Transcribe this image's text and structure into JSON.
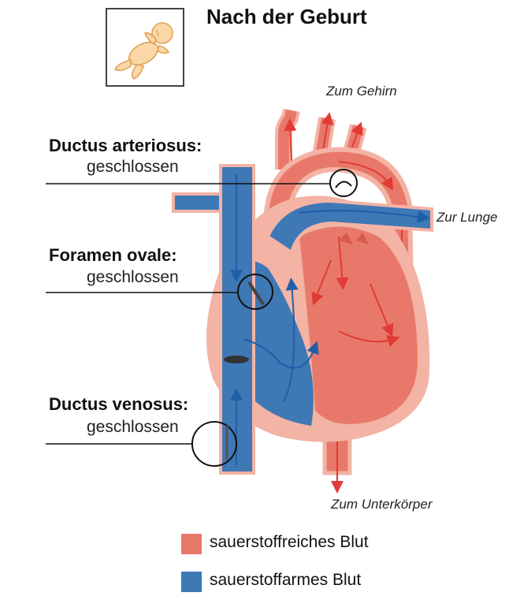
{
  "title": "Nach der Geburt",
  "labels": {
    "ductus_arteriosus": {
      "name": "Ductus arteriosus:",
      "status": "geschlossen"
    },
    "foramen_ovale": {
      "name": "Foramen ovale:",
      "status": "geschlossen"
    },
    "ductus_venosus": {
      "name": "Ductus venosus:",
      "status": "geschlossen"
    }
  },
  "destinations": {
    "brain": "Zum Gehirn",
    "lung": "Zur Lunge",
    "lower_body": "Zum Unterkörper"
  },
  "legend": [
    {
      "label": "sauerstoffreiches Blut",
      "color": "#e8796a"
    },
    {
      "label": "sauerstoffarmes Blut",
      "color": "#3e78b5"
    }
  ],
  "colors": {
    "oxygen_rich": "#e8796a",
    "oxygen_rich_dark": "#e23a35",
    "oxygen_poor": "#3e78b5",
    "heart_outline": "#f3b3a5"
  }
}
